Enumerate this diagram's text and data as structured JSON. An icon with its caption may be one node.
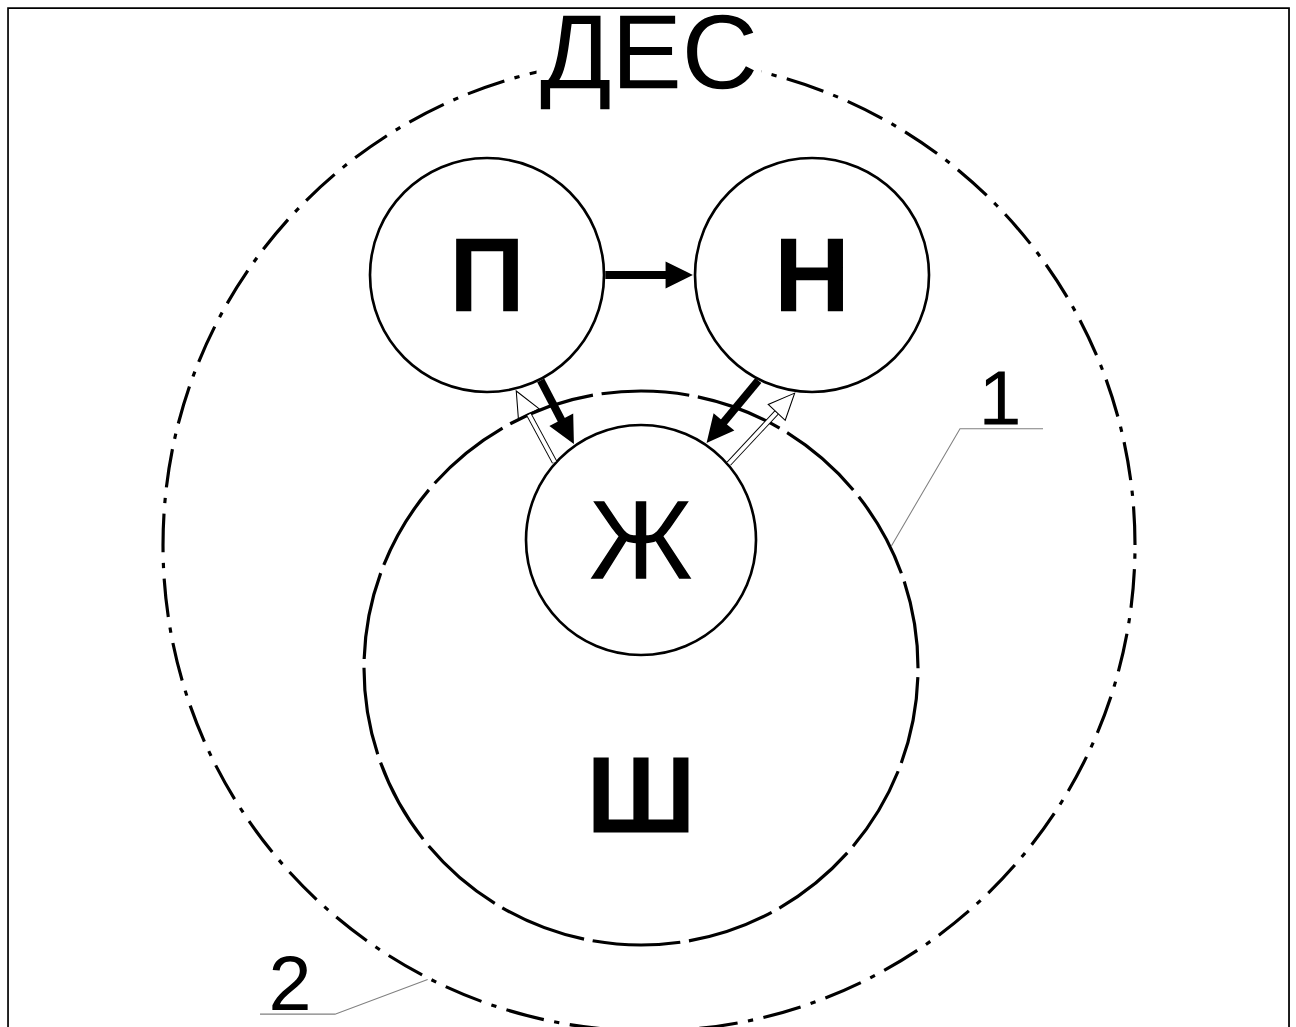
{
  "diagram": {
    "nodes": [
      {
        "text": [
          "ДЕС"
        ]
      },
      {
        "text": [
          "П"
        ],
        "in": 0
      },
      {
        "text": [
          "Н"
        ],
        "in": 0
      },
      {
        "text": [
          "Ш"
        ],
        "in": 0
      },
      {
        "text": [
          "Ж"
        ],
        "in": 3
      },
      {
        "text": [
          "1"
        ],
        "in": 0
      },
      {
        "text": [
          "2"
        ]
      }
    ],
    "edges": [
      {
        "from": 1,
        "to": 2,
        "arrow": "to"
      },
      {
        "from": 1,
        "to": 4,
        "arrow": "to"
      },
      {
        "from": 4,
        "to": 1,
        "arrow": "to"
      },
      {
        "from": 2,
        "to": 4,
        "arrow": "to"
      },
      {
        "from": 4,
        "to": 2,
        "arrow": "to"
      },
      {
        "from": 5,
        "to": 3,
        "arrow": "none",
        "color": "#808080"
      },
      {
        "from": 6,
        "to": 0,
        "arrow": "none",
        "color": "#808080"
      }
    ]
  }
}
